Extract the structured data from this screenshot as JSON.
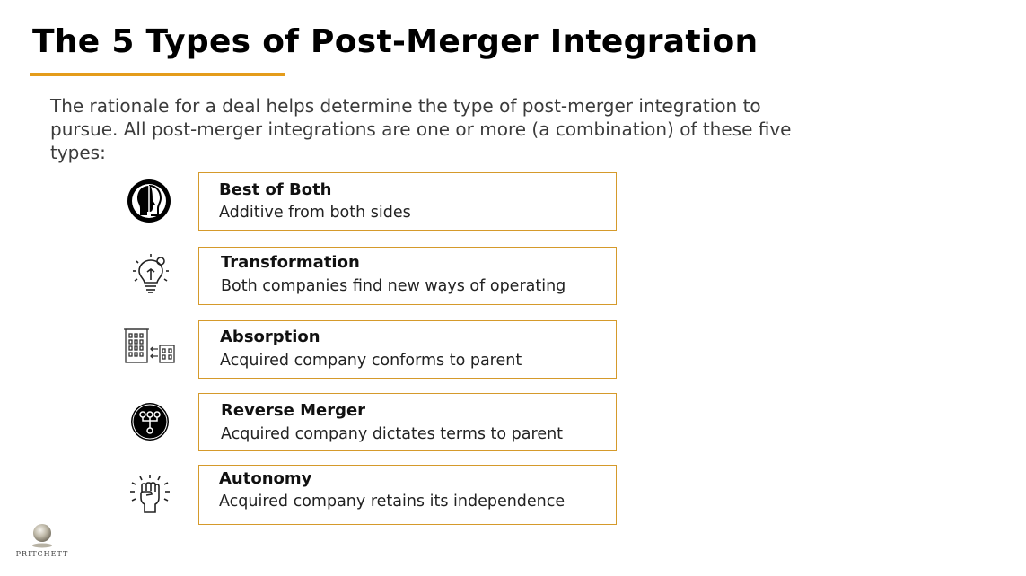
{
  "slide": {
    "title": "The 5 Types of Post-Merger Integration",
    "intro": "The rationale for a deal helps determine the type of post-merger integration to pursue. All post-merger integrations are one or more (a combination) of these five types:",
    "accent_color": "#e49c1b",
    "box_border_color": "#d59a2b"
  },
  "types": [
    {
      "name": "Best of Both",
      "description": "Additive from both sides",
      "icon": "two-faces-icon"
    },
    {
      "name": "Transformation",
      "description": "Both companies find new ways of operating",
      "icon": "lightbulb-icon"
    },
    {
      "name": "Absorption",
      "description": "Acquired company conforms to parent",
      "icon": "buildings-merge-icon"
    },
    {
      "name": "Reverse Merger",
      "description": "Acquired company dictates terms to parent",
      "icon": "org-chart-icon"
    },
    {
      "name": "Autonomy",
      "description": "Acquired company retains its independence",
      "icon": "raised-fist-icon"
    }
  ],
  "footer": {
    "logo_text": "PRITCHETT"
  }
}
